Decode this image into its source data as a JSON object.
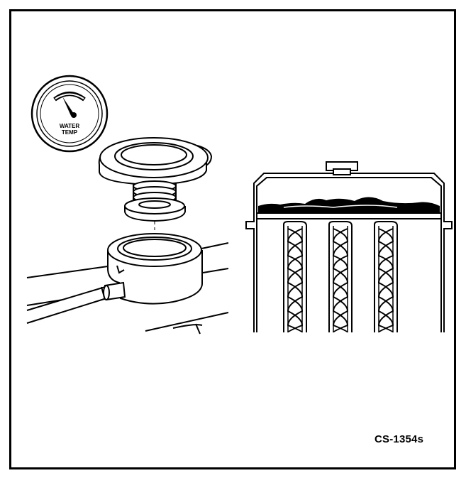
{
  "gauge": {
    "line1": "WATER",
    "line2": "TEMP"
  },
  "figure_code": "CS-1354s"
}
